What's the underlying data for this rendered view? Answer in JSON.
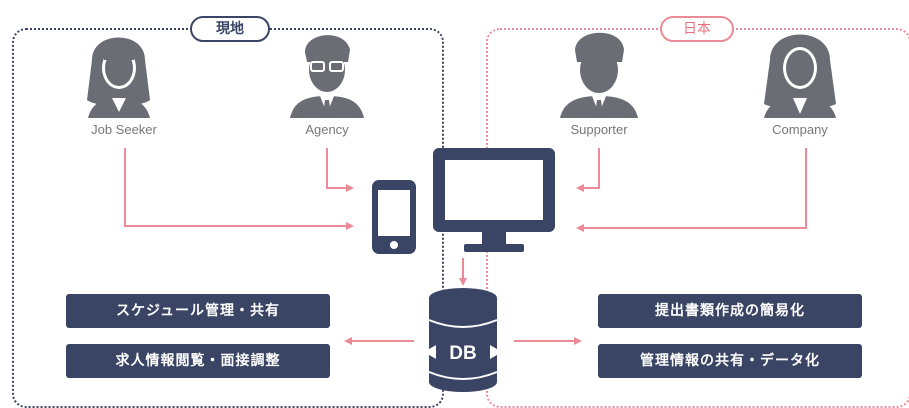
{
  "regions": {
    "local": {
      "label": "現地"
    },
    "japan": {
      "label": "日本"
    }
  },
  "people": {
    "job_seeker": {
      "label": "Job Seeker"
    },
    "agency": {
      "label": "Agency"
    },
    "supporter": {
      "label": "Supporter"
    },
    "company": {
      "label": "Company"
    }
  },
  "database": {
    "label": "DB"
  },
  "features": {
    "left": [
      "スケジュール管理・共有",
      "求人情報閲覧・面接調整"
    ],
    "right": [
      "提出書類作成の簡易化",
      "管理情報の共有・データ化"
    ]
  },
  "colors": {
    "navy": "#3a4565",
    "pink": "#ec8b98",
    "gray": "#6b6d75"
  },
  "icons": [
    "person-female-icon",
    "person-male-glasses-icon",
    "person-male-icon",
    "person-female-business-icon",
    "smartphone-icon",
    "monitor-icon",
    "database-icon"
  ]
}
